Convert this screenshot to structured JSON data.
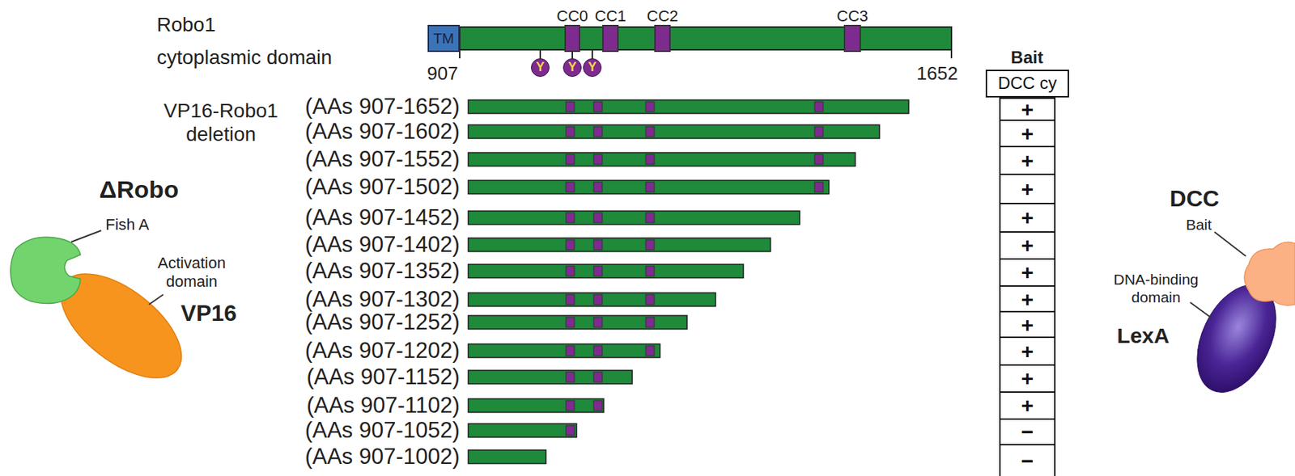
{
  "diagram": {
    "nodes": [
      {
        "text": [
          "TM"
        ]
      },
      {
        "text": [
          "CC0"
        ]
      },
      {
        "text": [
          "CC1"
        ]
      },
      {
        "text": [
          "CC2"
        ]
      },
      {
        "text": [
          "CC3"
        ]
      },
      {
        "text": [
          "Y"
        ]
      },
      {
        "text": [
          "Y"
        ]
      },
      {
        "text": [
          "Y"
        ]
      },
      {
        "text": [
          "DCC cy"
        ]
      },
      {
        "text": [
          "+"
        ]
      },
      {
        "text": [
          "+"
        ]
      },
      {
        "text": [
          "+"
        ]
      },
      {
        "text": [
          "+"
        ]
      },
      {
        "text": [
          "+"
        ]
      },
      {
        "text": [
          "+"
        ]
      },
      {
        "text": [
          "+"
        ]
      },
      {
        "text": [
          "+"
        ]
      },
      {
        "text": [
          "+"
        ]
      },
      {
        "text": [
          "+"
        ]
      },
      {
        "text": [
          "+"
        ]
      },
      {
        "text": [
          "+"
        ]
      },
      {
        "text": [
          "−"
        ]
      },
      {
        "text": [
          "−"
        ]
      }
    ],
    "labels": [
      "Robo1",
      "cytoplasmic domain",
      "907",
      "1652",
      "VP16-Robo1 deletion",
      "(AAs 907-1652)",
      "(AAs 907-1602)",
      "(AAs 907-1552)",
      "(AAs 907-1502)",
      "(AAs 907-1452)",
      "(AAs 907-1402)",
      "(AAs 907-1352)",
      "(AAs 907-1302)",
      "(AAs 907-1252)",
      "(AAs 907-1202)",
      "(AAs 907-1152)",
      "(AAs 907-1102)",
      "(AAs 907-1052)",
      "(AAs 907-1002)",
      "Bait",
      "ΔRobo",
      "Fish A",
      "Activation domain",
      "VP16",
      "DCC",
      "Bait",
      "DNA-binding domain",
      "LexA"
    ]
  }
}
